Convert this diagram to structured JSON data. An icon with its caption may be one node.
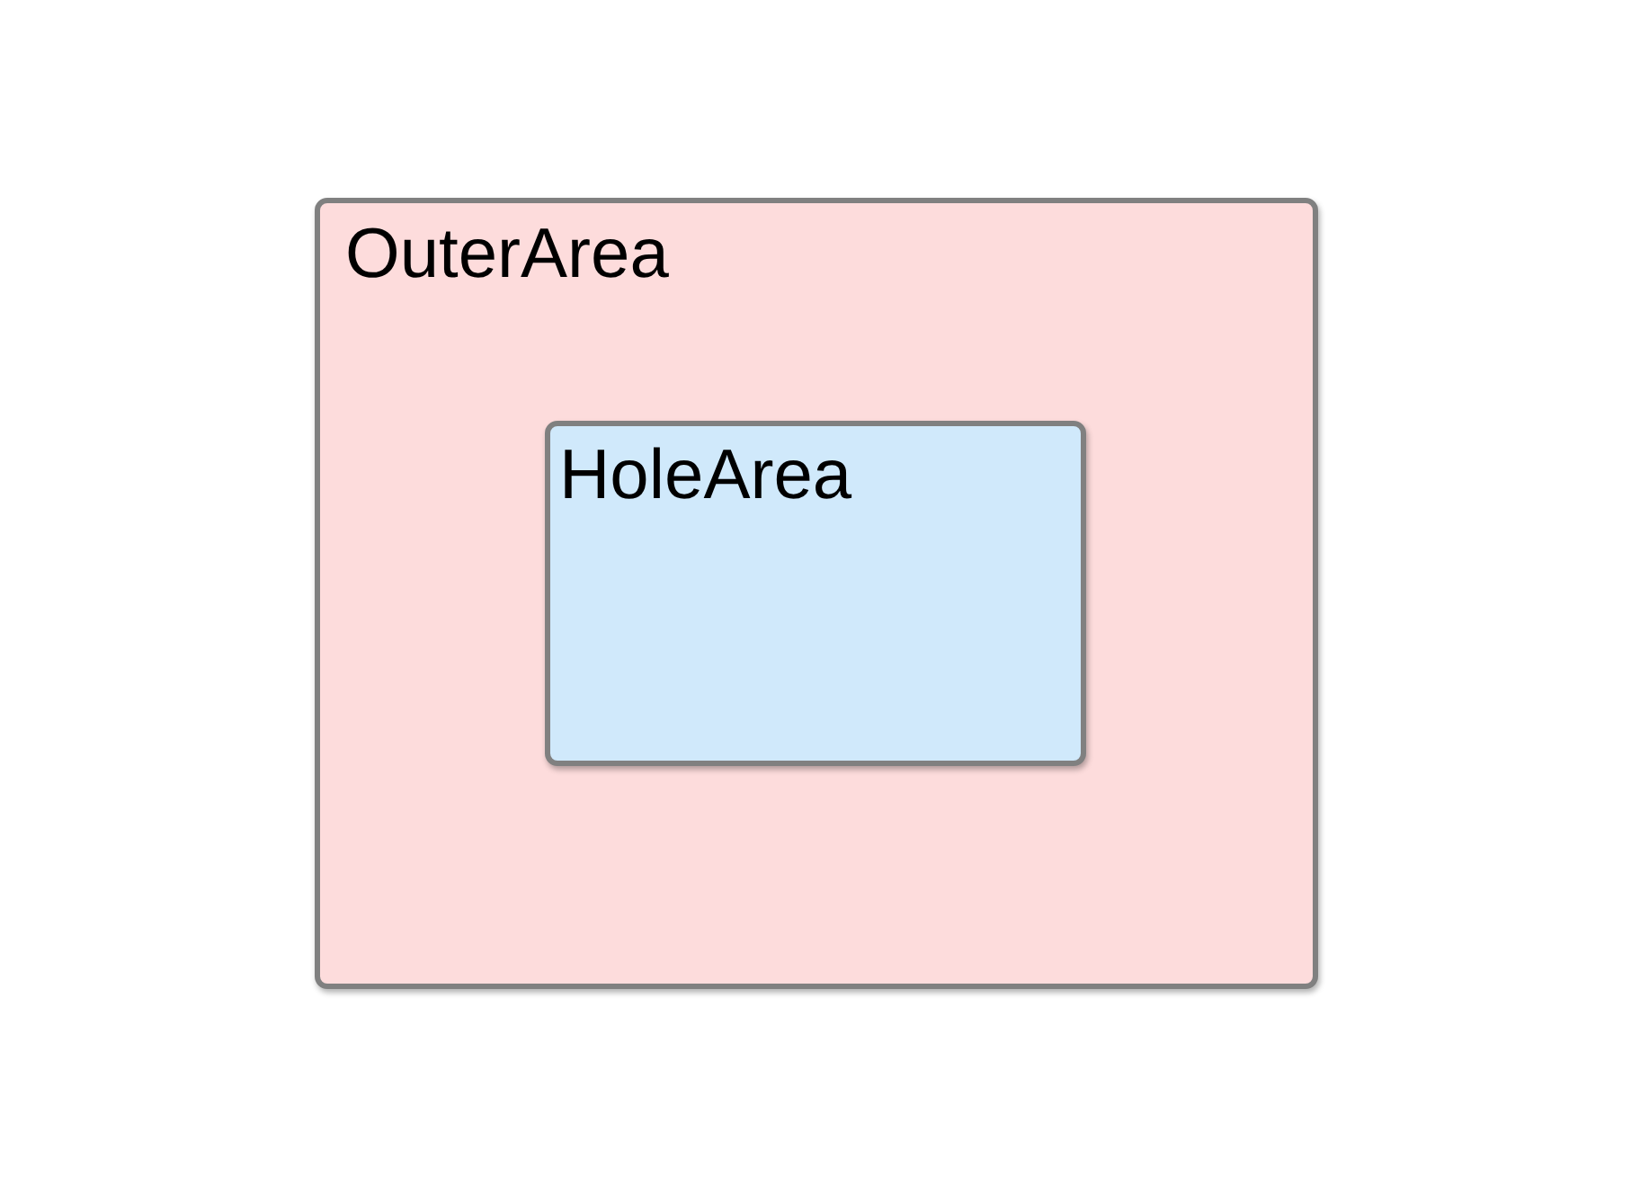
{
  "diagram": {
    "nodes": [
      {
        "text": [
          "OuterArea"
        ]
      },
      {
        "text": [
          "HoleArea"
        ],
        "in": 0
      }
    ]
  }
}
